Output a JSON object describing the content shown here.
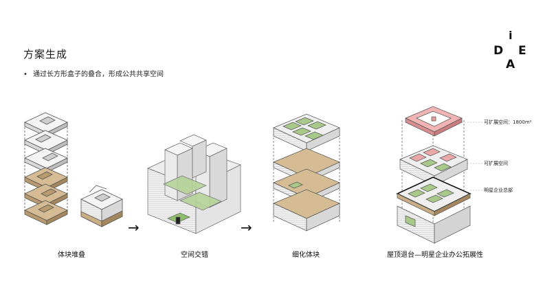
{
  "header": {
    "title": "方案生成",
    "bullet_marker": "•",
    "bullet_text": "通过长方形盒子的叠合，形成公共共享空间"
  },
  "logo": {
    "letters": [
      "D",
      "I",
      "E",
      "A"
    ],
    "dot": "i"
  },
  "steps": [
    {
      "caption": "体块堆叠"
    },
    {
      "caption": "空间交错"
    },
    {
      "caption": "细化体块"
    },
    {
      "caption": "屋顶退台—明星企业办公拓展性"
    }
  ],
  "annotations": [
    {
      "text": "可扩展空间：1800m²"
    },
    {
      "text": "可扩展空间"
    },
    {
      "text": "明星企业总部"
    }
  ],
  "arrow_glyph": "→",
  "colors": {
    "wood": "#c9ad84",
    "green": "#a9c98a",
    "pink": "#eaa8a8",
    "line": "#555555",
    "white_face": "#f2f2f2",
    "grey_face": "#d6d6d6"
  }
}
